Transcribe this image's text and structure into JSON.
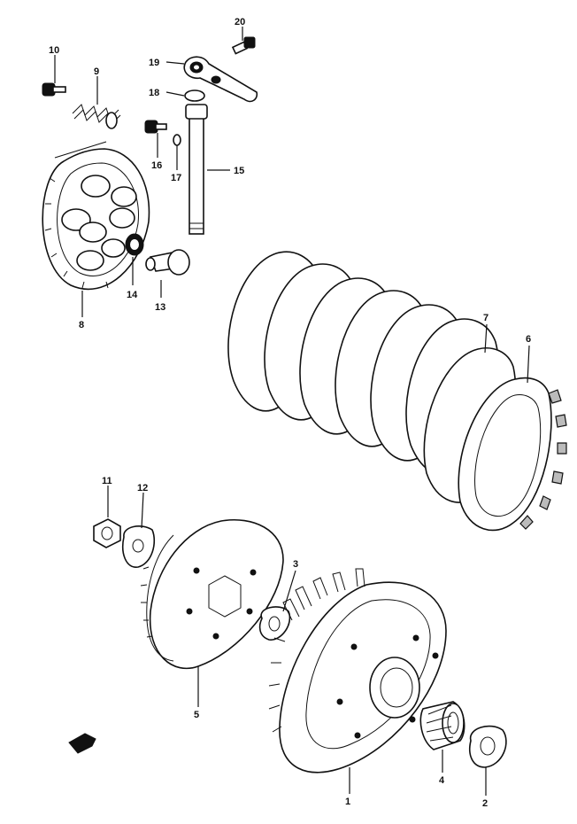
{
  "parts": [
    {
      "id": "p1",
      "number": "1"
    },
    {
      "id": "p2",
      "number": "2"
    },
    {
      "id": "p3",
      "number": "3"
    },
    {
      "id": "p4",
      "number": "4"
    },
    {
      "id": "p5",
      "number": "5"
    },
    {
      "id": "p6",
      "number": "6"
    },
    {
      "id": "p7",
      "number": "7"
    },
    {
      "id": "p8",
      "number": "8"
    },
    {
      "id": "p9",
      "number": "9"
    },
    {
      "id": "p10",
      "number": "10"
    },
    {
      "id": "p11",
      "number": "11"
    },
    {
      "id": "p12",
      "number": "12"
    },
    {
      "id": "p13",
      "number": "13"
    },
    {
      "id": "p14",
      "number": "14"
    },
    {
      "id": "p15",
      "number": "15"
    },
    {
      "id": "p16",
      "number": "16"
    },
    {
      "id": "p17",
      "number": "17"
    },
    {
      "id": "p18",
      "number": "18"
    },
    {
      "id": "p19",
      "number": "19"
    },
    {
      "id": "p20",
      "number": "20"
    }
  ],
  "colors": {
    "ink": "#111111",
    "background": "#ffffff"
  }
}
